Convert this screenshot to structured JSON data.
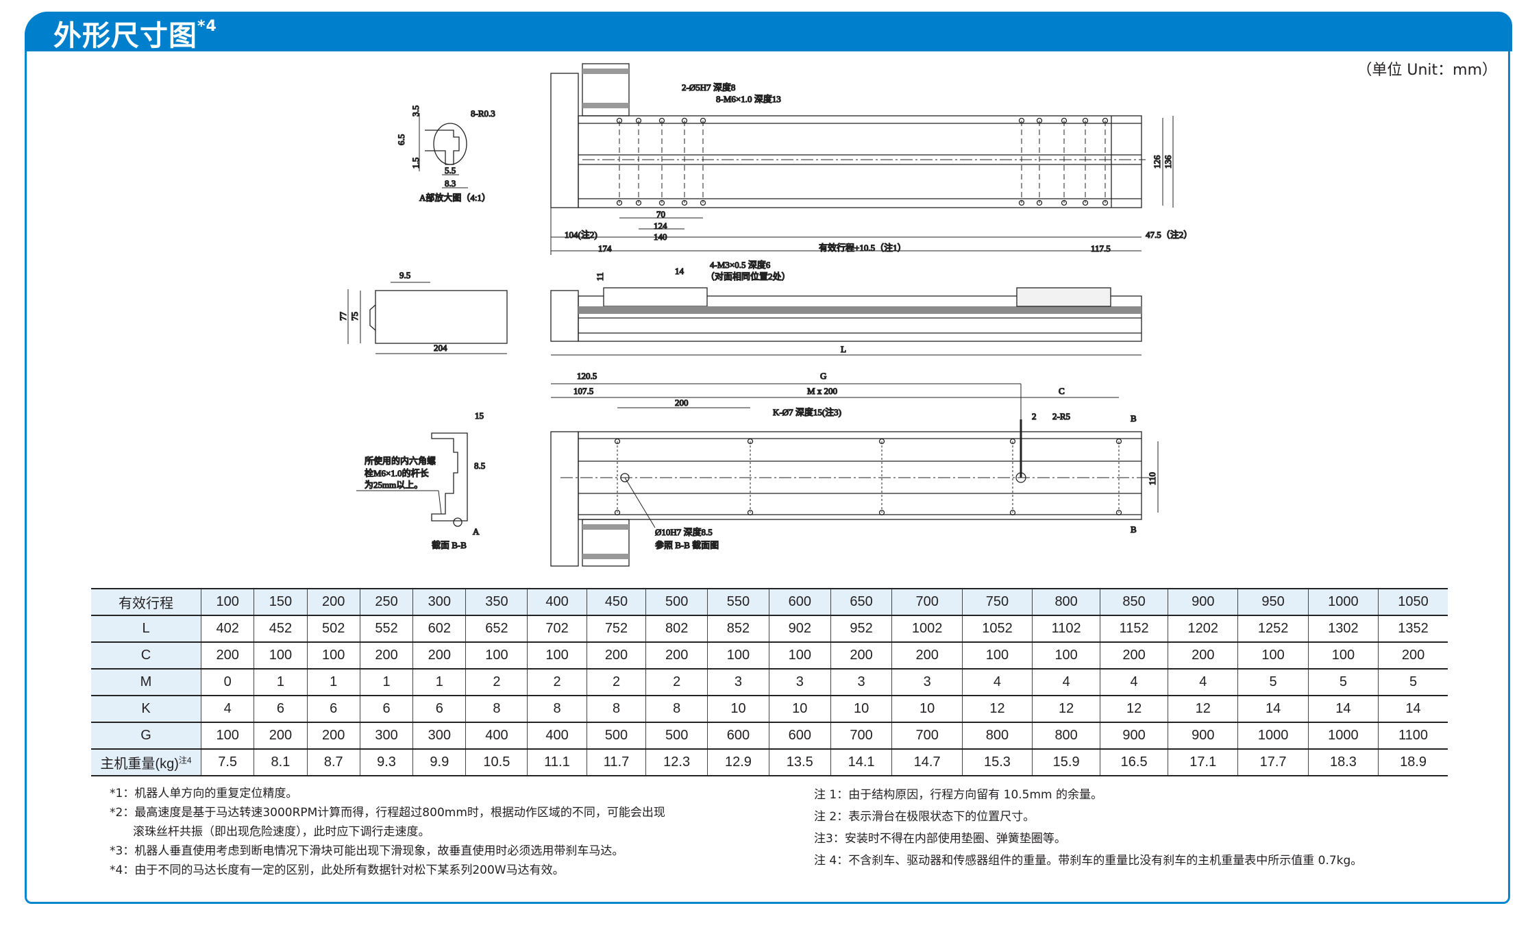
{
  "header": {
    "title": "外形尺寸图",
    "title_sup": "*4",
    "unit": "（单位 Unit：mm）"
  },
  "colors": {
    "brand_blue": "#0080cc",
    "table_header_bg": "#e3f0fa"
  },
  "drawing": {
    "labels": {
      "hole_5h7": "2-Ø5H7 深度8",
      "m6_tap": "8-M6×1.0 深度13",
      "r03": "8-R0.3",
      "d35": "3.5",
      "d65": "6.5",
      "d15": "1.5",
      "d55": "5.5",
      "d83": "8.3",
      "detail_a": "A部放大图（4:1）",
      "d70": "70",
      "d124": "124",
      "d140": "140",
      "d104": "104(注2)",
      "d174": "174",
      "stroke_plus": "有效行程+10.5（注1）",
      "d1175": "117.5",
      "d475": "47.5（注2）",
      "d126": "126",
      "d136": "136",
      "d95": "9.5",
      "d77": "77",
      "d75": "75",
      "d204": "204",
      "d11": "11",
      "d14": "14",
      "m3_tap": "4-M3×0.5 深度6",
      "m3_note": "（对面相同位置2处）",
      "dL": "L",
      "d1205": "120.5",
      "d1075": "107.5",
      "dG": "G",
      "dMx200": "M x 200",
      "d200": "200",
      "k_hole": "K-Ø7 深度15(注3)",
      "dC": "C",
      "d2": "2",
      "r5": "2-R5",
      "b_top": "B",
      "b_bottom": "B",
      "d110": "110",
      "d15b": "15",
      "d85": "8.5",
      "bolt_note_1": "所使用的内六角螺",
      "bolt_note_2": "栓M6×1.0的杆长",
      "bolt_note_3": "为25mm以上。",
      "a_mark": "A",
      "section_bb": "截面 B-B",
      "pin_hole": "Ø10H7 深度8.5",
      "pin_ref": "参照 B-B 截面图"
    }
  },
  "spec_table": {
    "rows": [
      {
        "label": "有效行程",
        "values": [
          "100",
          "150",
          "200",
          "250",
          "300",
          "350",
          "400",
          "450",
          "500",
          "550",
          "600",
          "650",
          "700",
          "750",
          "800",
          "850",
          "900",
          "950",
          "1000",
          "1050"
        ]
      },
      {
        "label": "L",
        "values": [
          "402",
          "452",
          "502",
          "552",
          "602",
          "652",
          "702",
          "752",
          "802",
          "852",
          "902",
          "952",
          "1002",
          "1052",
          "1102",
          "1152",
          "1202",
          "1252",
          "1302",
          "1352"
        ]
      },
      {
        "label": "C",
        "values": [
          "200",
          "100",
          "100",
          "200",
          "200",
          "100",
          "100",
          "200",
          "200",
          "100",
          "100",
          "200",
          "200",
          "100",
          "100",
          "200",
          "200",
          "100",
          "100",
          "200"
        ]
      },
      {
        "label": "M",
        "values": [
          "0",
          "1",
          "1",
          "1",
          "1",
          "2",
          "2",
          "2",
          "2",
          "3",
          "3",
          "3",
          "3",
          "4",
          "4",
          "4",
          "4",
          "5",
          "5",
          "5"
        ]
      },
      {
        "label": "K",
        "values": [
          "4",
          "6",
          "6",
          "6",
          "6",
          "8",
          "8",
          "8",
          "8",
          "10",
          "10",
          "10",
          "10",
          "12",
          "12",
          "12",
          "12",
          "14",
          "14",
          "14"
        ]
      },
      {
        "label": "G",
        "values": [
          "100",
          "200",
          "200",
          "300",
          "300",
          "400",
          "400",
          "500",
          "500",
          "600",
          "600",
          "700",
          "700",
          "800",
          "800",
          "900",
          "900",
          "1000",
          "1000",
          "1100"
        ]
      },
      {
        "label": "主机重量(kg)",
        "label_sup": "注4",
        "values": [
          "7.5",
          "8.1",
          "8.7",
          "9.3",
          "9.9",
          "10.5",
          "11.1",
          "11.7",
          "12.3",
          "12.9",
          "13.5",
          "14.1",
          "14.7",
          "15.3",
          "15.9",
          "16.5",
          "17.1",
          "17.7",
          "18.3",
          "18.9"
        ]
      }
    ]
  },
  "notes_left": [
    "*1：机器人单方向的重复定位精度。",
    "*2：最高速度是基于马达转速3000RPM计算而得，行程超过800mm时，根据动作区域的不同，可能会出现",
    "　　滚珠丝杆共振（即出现危险速度），此时应下调行走速度。",
    "*3：机器人垂直使用考虑到断电情况下滑块可能出现下滑现象，故垂直使用时必须选用带刹车马达。",
    "*4：由于不同的马达长度有一定的区别，此处所有数据针对松下某系列200W马达有效。"
  ],
  "notes_right": [
    "注 1：由于结构原因，行程方向留有 10.5mm 的余量。",
    "注 2：表示滑台在极限状态下的位置尺寸。",
    "注3：安装时不得在内部使用垫圈、弹簧垫圈等。",
    "注 4：不含刹车、驱动器和传感器组件的重量。带刹车的重量比没有刹车的主机重量表中所示值重 0.7kg。"
  ]
}
